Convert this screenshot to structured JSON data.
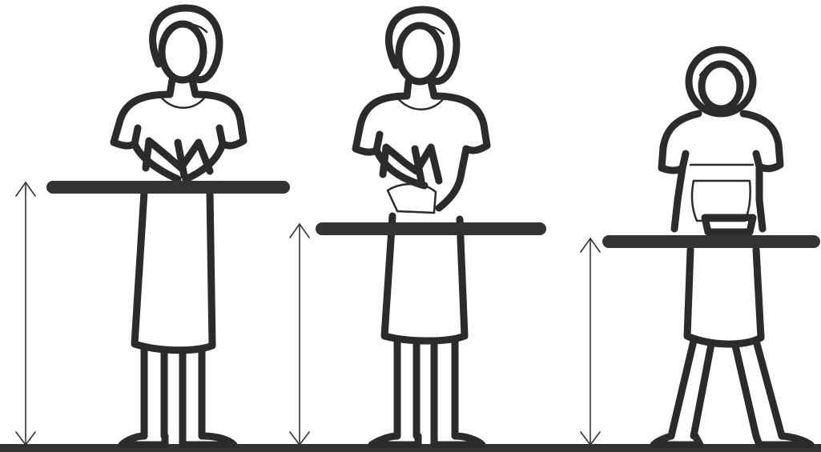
{
  "figure": {
    "subject": "work-surface-height-comparison",
    "panel_count": 3,
    "colors": {
      "ink": "#2b2b2b",
      "worktop": "#333333",
      "background": "#ffffff"
    },
    "panels": [
      {
        "id": "panel-1",
        "task": "writing",
        "relative_worktop_height": "high"
      },
      {
        "id": "panel-2",
        "task": "light-work",
        "relative_worktop_height": "medium"
      },
      {
        "id": "panel-3",
        "task": "heavy-work",
        "relative_worktop_height": "low"
      }
    ],
    "icons": [
      "woman-figure",
      "worktop-bar",
      "height-arrow",
      "floor-line",
      "object-box"
    ]
  }
}
